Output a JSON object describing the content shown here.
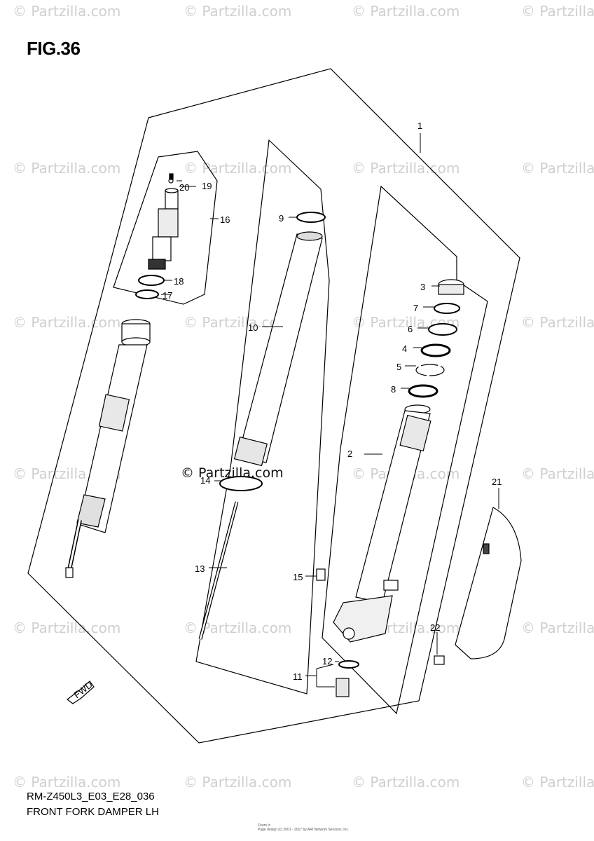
{
  "figure_title": "FIG.36",
  "watermark_text": "© Partzilla.com",
  "watermark_center": "© Partzilla.com",
  "callouts": [
    "1",
    "2",
    "3",
    "4",
    "5",
    "6",
    "7",
    "8",
    "9",
    "10",
    "11",
    "12",
    "13",
    "14",
    "15",
    "16",
    "17",
    "18",
    "19",
    "20",
    "21",
    "22"
  ],
  "caption": {
    "model_code": "RM-Z450L3_E03_E28_036",
    "title": "FRONT FORK DAMPER LH"
  },
  "footer": {
    "line1": "Zoom In",
    "line2": "Page design (c) 2001 - 2017 by ARI Network Services, Inc."
  },
  "direction_label": "FWD",
  "colors": {
    "line": "#000000",
    "watermark": "#cfcfcf",
    "background": "#ffffff"
  }
}
